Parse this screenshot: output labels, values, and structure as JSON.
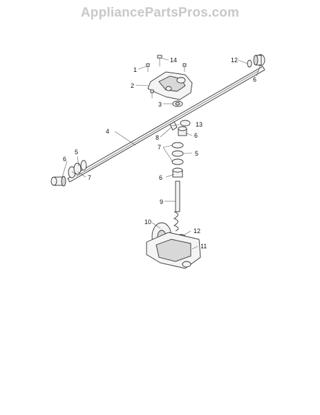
{
  "watermark": "AppliancePartsPros.com",
  "callouts": {
    "c1": "1",
    "c14": "14",
    "c2": "2",
    "c3": "3",
    "c12a": "12",
    "c6a": "6",
    "c13": "13",
    "c8": "8",
    "c6b": "6",
    "c4": "4",
    "c7a": "7",
    "c5a": "5",
    "c5b": "5",
    "c6c": "6",
    "c7b": "7",
    "c6d": "6",
    "c9": "9",
    "c10": "10",
    "c12b": "12",
    "c11": "11"
  }
}
